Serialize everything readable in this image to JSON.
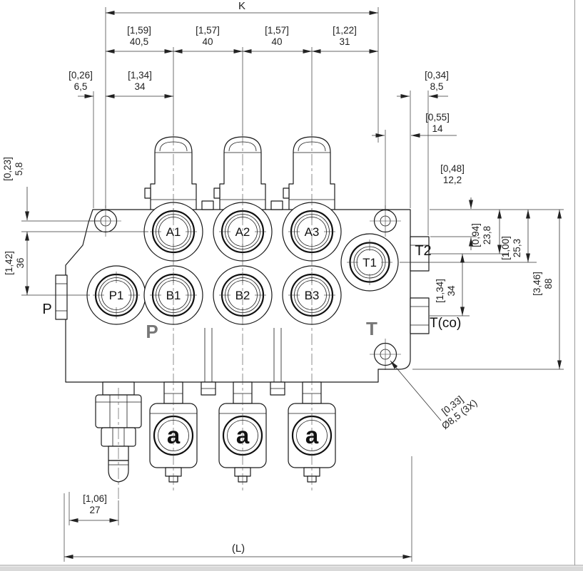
{
  "dims": {
    "k": "K",
    "l": "(L)",
    "w1_in": "[1,59]",
    "w1_mm": "40,5",
    "w2_in": "[1,57]",
    "w2_mm": "40",
    "w3_in": "[1,57]",
    "w3_mm": "40",
    "w4_in": "[1,22]",
    "w4_mm": "31",
    "ear_in": "[0,26]",
    "ear_mm": "6,5",
    "a1_in": "[1,34]",
    "a1_mm": "34",
    "edge_in": "[0,34]",
    "edge_mm": "8,5",
    "bolt_in": "[0,55]",
    "bolt_mm": "14",
    "step_in": "[0,48]",
    "step_mm": "12,2",
    "holeoff_in": "[0,23]",
    "holeoff_mm": "5,8",
    "row_in": "[1,42]",
    "row_mm": "36",
    "t2_in": "[0,94]",
    "t2_mm": "23,8",
    "t1_in": "[1,00]",
    "t1_mm": "25,3",
    "tco_in": "[1,34]",
    "tco_mm": "34",
    "oh_in": "[3,46]",
    "oh_mm": "88",
    "rv_in": "[1,06]",
    "rv_mm": "27",
    "mh_in": "[0,33]",
    "mh_mm": "Ø8,5 (3X)"
  },
  "ports": {
    "a1": "A1",
    "a2": "A2",
    "a3": "A3",
    "p1": "P1",
    "b1": "B1",
    "b2": "B2",
    "b3": "B3",
    "t1": "T1",
    "t2": "T2",
    "tco": "T(co)",
    "p_side": "P",
    "p_cast": "P",
    "t_cast": "T"
  },
  "logo": "a"
}
